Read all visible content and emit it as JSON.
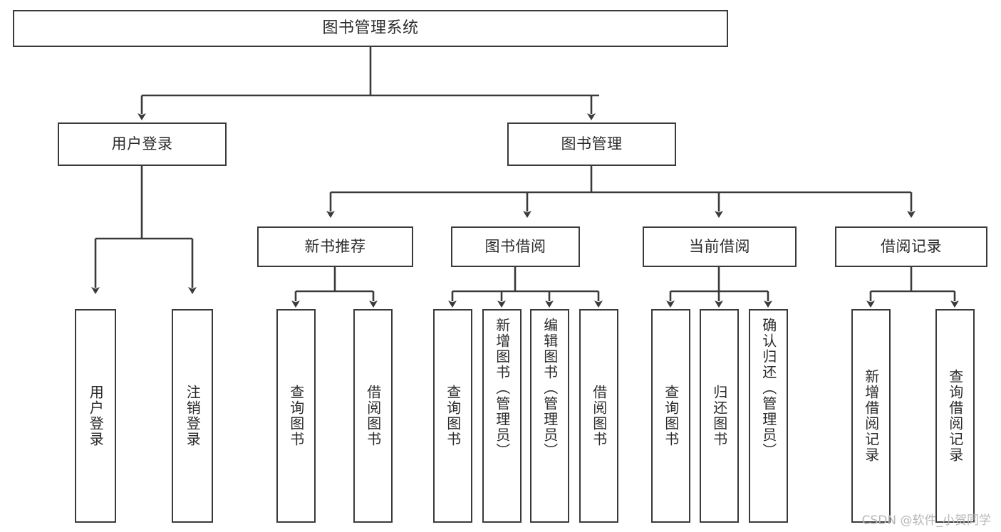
{
  "diagram": {
    "type": "tree",
    "title": "图书管理系统",
    "root": {
      "label": "图书管理系统"
    },
    "level1": [
      {
        "label": "用户登录"
      },
      {
        "label": "图书管理"
      }
    ],
    "level2": [
      {
        "label": "新书推荐"
      },
      {
        "label": "图书借阅"
      },
      {
        "label": "当前借阅"
      },
      {
        "label": "借阅记录"
      }
    ],
    "leaves": {
      "user_login": [
        {
          "label": "用户登录"
        },
        {
          "label": "注销登录"
        }
      ],
      "new_book_recommend": [
        {
          "label": "查询图书"
        },
        {
          "label": "借阅图书"
        }
      ],
      "book_borrow": [
        {
          "label": "查询图书"
        },
        {
          "label": "新增图书（管理员）"
        },
        {
          "label": "编辑图书（管理员）"
        },
        {
          "label": "借阅图书"
        }
      ],
      "current_borrow": [
        {
          "label": "查询图书"
        },
        {
          "label": "归还图书"
        },
        {
          "label": "确认归还（管理员）"
        }
      ],
      "borrow_record": [
        {
          "label": "新增借阅记录"
        },
        {
          "label": "查询借阅记录"
        }
      ]
    }
  },
  "watermark": {
    "text": "CSDN @软件_小贺同学"
  },
  "colors": {
    "box_border": "#3a3a3a",
    "line": "#3a3a3a",
    "text": "#2b2b2b",
    "background": "#ffffff",
    "watermark": "#b7b7b7"
  }
}
